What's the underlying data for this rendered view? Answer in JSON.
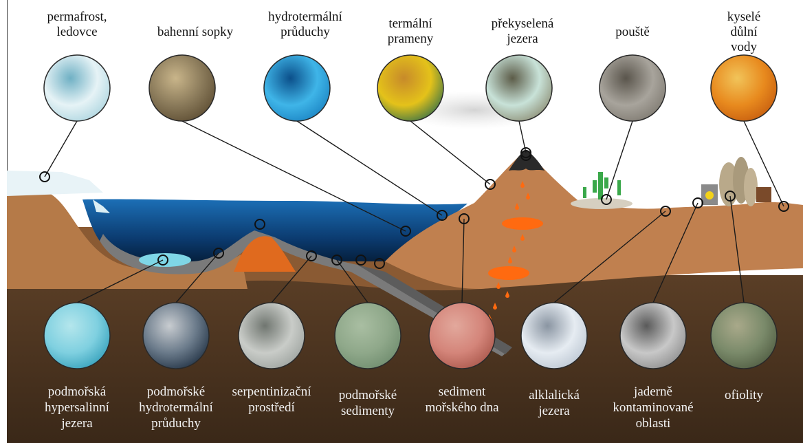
{
  "colors": {
    "sky": "#ffffff",
    "ocean_top": "#1c6fb6",
    "ocean_deep": "#041a33",
    "land_top": "#c0804f",
    "land_mid": "#8a5a33",
    "land_deep": "#4a3421",
    "magma": "#ff6a10",
    "line": "#1a1a1a"
  },
  "top_labels": [
    {
      "id": "permafrost",
      "text": "permafrost,\nledovce",
      "photo": "ice",
      "colors": [
        "#e6f3f6",
        "#a9d3de",
        "#6fb0c4"
      ]
    },
    {
      "id": "mud_volcanoes",
      "text": "bahenní sopky",
      "photo": "mud-volcano",
      "colors": [
        "#8a7a5a",
        "#5a4a30",
        "#c9b58a"
      ]
    },
    {
      "id": "hydrothermal_vents_top",
      "text": "hydrotermální\nprůduchy",
      "photo": "underwater",
      "colors": [
        "#3fb5e8",
        "#1880c0",
        "#0b4f8a"
      ]
    },
    {
      "id": "hot_springs",
      "text": "termální\nprameny",
      "photo": "hot-spring",
      "colors": [
        "#e4c21a",
        "#2f6e4a",
        "#c78a2a"
      ]
    },
    {
      "id": "acid_lakes",
      "text": "překyselená\njezera",
      "photo": "acid-lake",
      "colors": [
        "#c8e2d8",
        "#8a8a70",
        "#5c5c48"
      ]
    },
    {
      "id": "deserts",
      "text": "pouště",
      "photo": "desert",
      "colors": [
        "#a8a49c",
        "#7c776e",
        "#5a554c"
      ]
    },
    {
      "id": "acid_mine",
      "text": "kyselé důlní\nvody",
      "photo": "mine-water",
      "colors": [
        "#e88a1e",
        "#c45a0e",
        "#f1c45a"
      ]
    }
  ],
  "bottom_labels": [
    {
      "id": "hypersaline",
      "text": "podmořská\nhypersalinní\njezera",
      "photo": "brine",
      "colors": [
        "#7fd0e0",
        "#2f9cb8",
        "#b4e6ec"
      ]
    },
    {
      "id": "hydrothermal_vents_bottom",
      "text": "podmořské\nhydrotermální\nprůduchy",
      "photo": "black-smoker",
      "colors": [
        "#6a7a8a",
        "#1e2e40",
        "#c8ccd0"
      ]
    },
    {
      "id": "serpentinization",
      "text": "serpentinizační\nprostředí",
      "photo": "rock",
      "colors": [
        "#c9ccc8",
        "#9aa09c",
        "#707670"
      ]
    },
    {
      "id": "seafloor_sediments",
      "text": "podmořské\nsedimenty",
      "photo": "sand",
      "colors": [
        "#8fa88a",
        "#6d8a6c",
        "#a9bea2"
      ]
    },
    {
      "id": "seabed_sediment",
      "text": "sediment\nmořského dna",
      "photo": "red-sediment",
      "colors": [
        "#d4857a",
        "#a65448",
        "#e2a89c"
      ]
    },
    {
      "id": "alkaline_lakes",
      "text": "alklalická\njezera",
      "photo": "salt-flat",
      "colors": [
        "#e6ecf2",
        "#b9c4d0",
        "#8a95a2"
      ]
    },
    {
      "id": "nuclear",
      "text": "jaderně\nkontaminované\noblasti",
      "photo": "cooling-towers",
      "colors": [
        "#c8c8c8",
        "#8a8a8a",
        "#5a5a5a"
      ]
    },
    {
      "id": "ophiolites",
      "text": "ofiolity",
      "photo": "ophiolite-rock",
      "colors": [
        "#7a8a6a",
        "#4e5a40",
        "#a9a98a"
      ]
    }
  ]
}
